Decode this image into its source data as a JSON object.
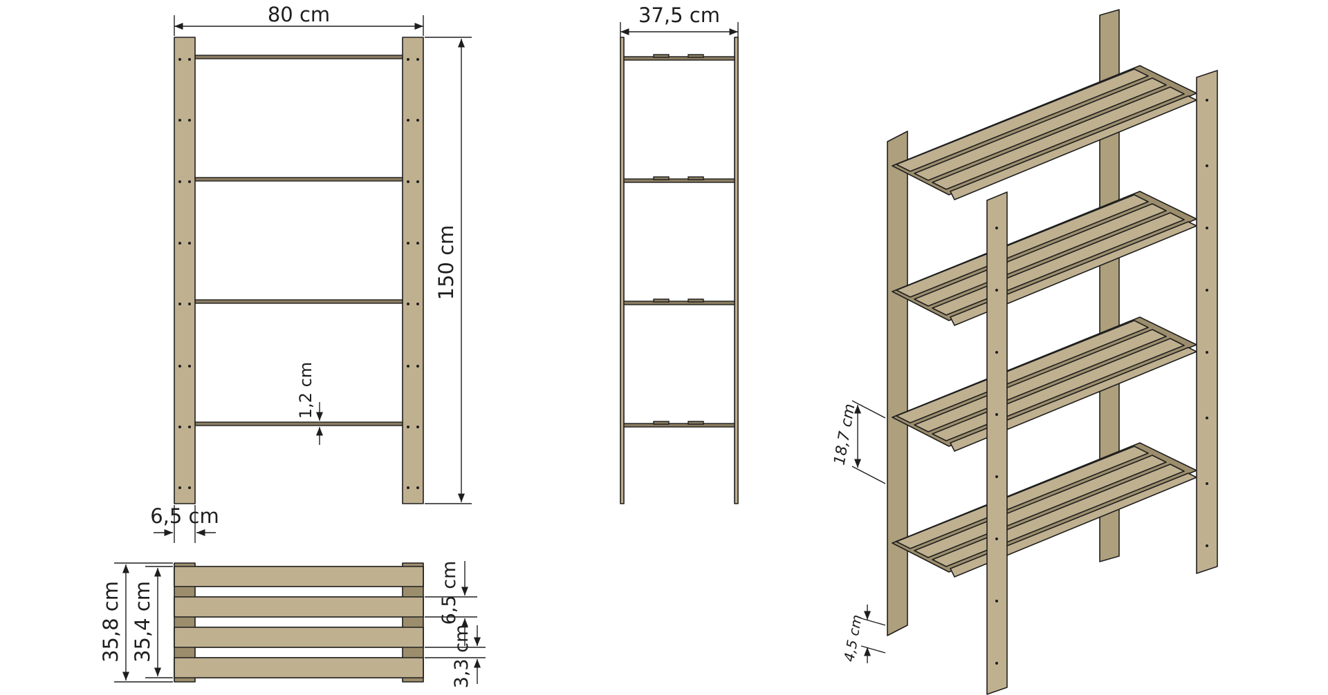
{
  "dimensions": {
    "front_width": "80 cm",
    "front_height": "150 cm",
    "shelf_thickness": "1,2 cm",
    "post_width": "6,5 cm",
    "side_depth": "37,5 cm",
    "top_outer_depth": "35,8 cm",
    "top_inner_depth": "35,4 cm",
    "slat_width": "6,5 cm",
    "slat_gap": "3,3 cm",
    "shelf_spacing": "18,7 cm",
    "bottom_clearance": "4,5 cm"
  },
  "colors": {
    "wood": "#bfb090",
    "line": "#1e1e1e",
    "background": "#ffffff"
  }
}
